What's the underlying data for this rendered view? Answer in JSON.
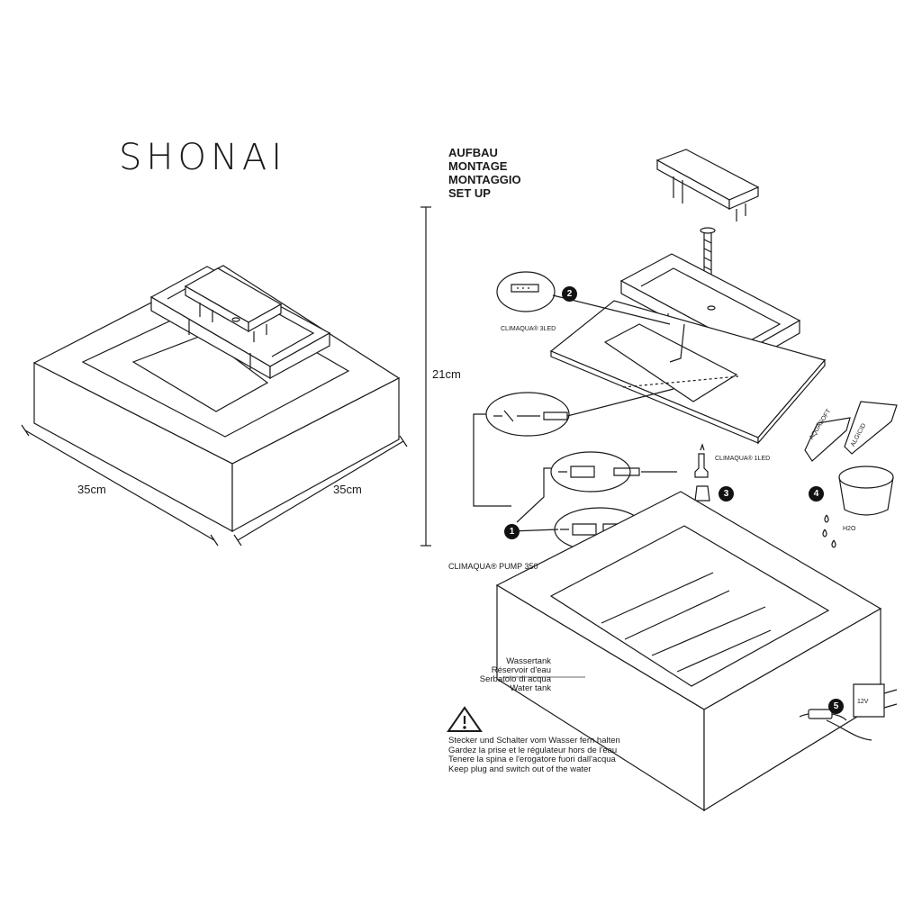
{
  "brand": {
    "name": "SHONAI"
  },
  "setup_title": {
    "lines": [
      "AUFBAU",
      "MONTAGE",
      "MONTAGGIO",
      "SET UP"
    ]
  },
  "dimensions": {
    "width": "35cm",
    "depth": "35cm",
    "height": "21cm"
  },
  "components": {
    "led3": "CLIMAQUA® 3LED",
    "led1": "CLIMAQUA® 1LED",
    "pump": "CLIMAQUA® PUMP 350",
    "bottle1": "AQUASOFT",
    "bottle2": "ALGICID",
    "water": "H2O",
    "voltage": "12V"
  },
  "steps": [
    "1",
    "2",
    "3",
    "4",
    "5"
  ],
  "water_tank_labels": [
    "Wassertank",
    "Réservoir d'eau",
    "Serbatoio di acqua",
    "Water tank"
  ],
  "warning_lines": [
    "Stecker und Schalter vom Wasser fern halten",
    "Gardez la prise et le régulateur hors de l'eau",
    "Tenere la spina e l'erogatore fuori dall'acqua",
    "Keep plug and switch out of the water"
  ]
}
